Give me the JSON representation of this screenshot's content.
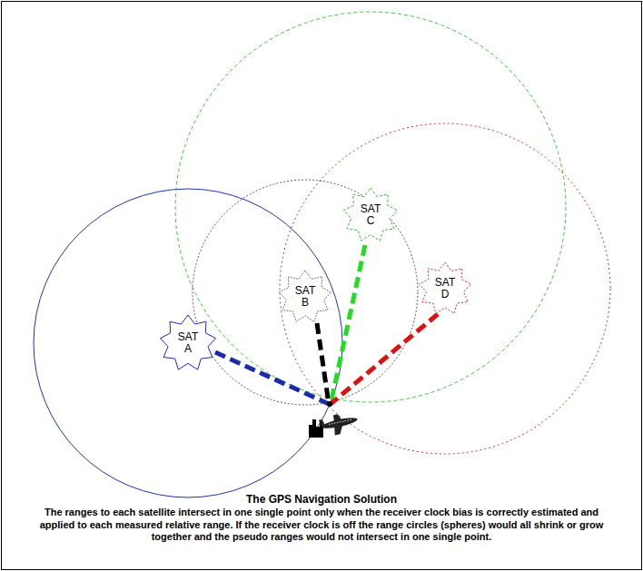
{
  "diagram": {
    "title": "The GPS Navigation Solution",
    "caption": "The ranges to each satellite intersect in one single point only when the receiver clock bias is correctly estimated and applied to each measured relative range. If the receiver clock is off the range circles (spheres) would all shrink or grow together and the pseudo ranges would not intersect in one single point.",
    "nodes": [
      {
        "text": [
          "SAT C"
        ]
      },
      {
        "text": [
          "SAT B"
        ]
      },
      {
        "text": [
          "SAT D"
        ]
      },
      {
        "text": [
          "SAT A"
        ]
      }
    ]
  }
}
